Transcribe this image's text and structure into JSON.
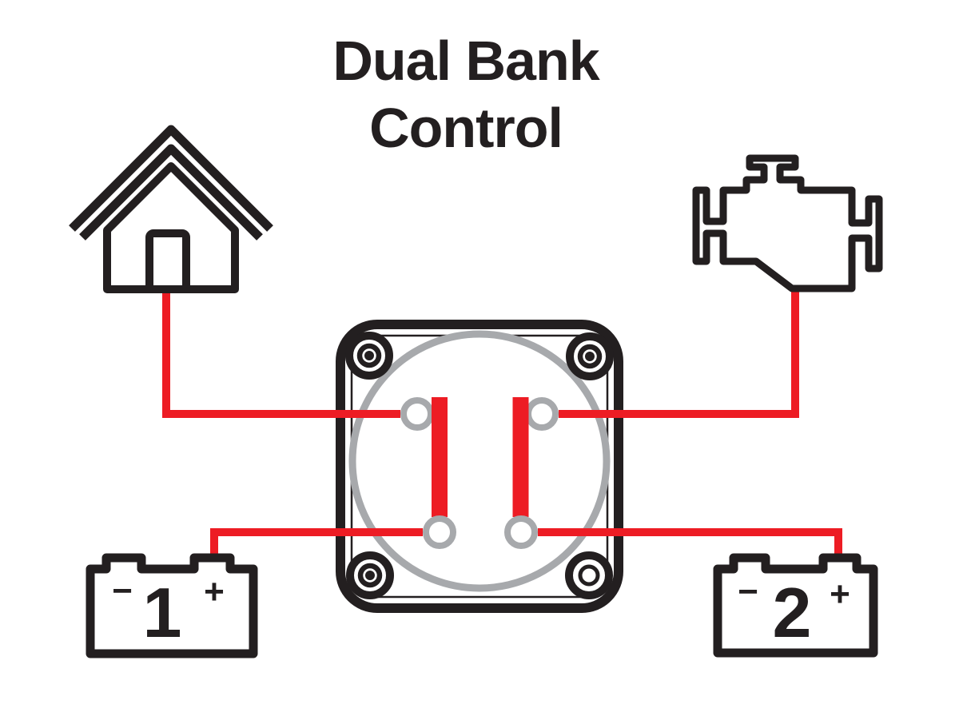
{
  "title": {
    "line1": "Dual Bank",
    "line2": "Control"
  },
  "colors": {
    "outline": "#231F20",
    "wire_red": "#ED1C24",
    "switch_gray": "#A7A9AC",
    "background": "#FFFFFF"
  },
  "icons": {
    "house": "house-icon",
    "engine": "engine-icon",
    "switch": "dual-bank-battery-switch",
    "battery1": "battery-1-icon",
    "battery2": "battery-2-icon",
    "wires": "red-positive-wires"
  },
  "battery1": {
    "minus": "−",
    "number": "1",
    "plus": "+"
  },
  "battery2": {
    "minus": "−",
    "number": "2",
    "plus": "+"
  }
}
